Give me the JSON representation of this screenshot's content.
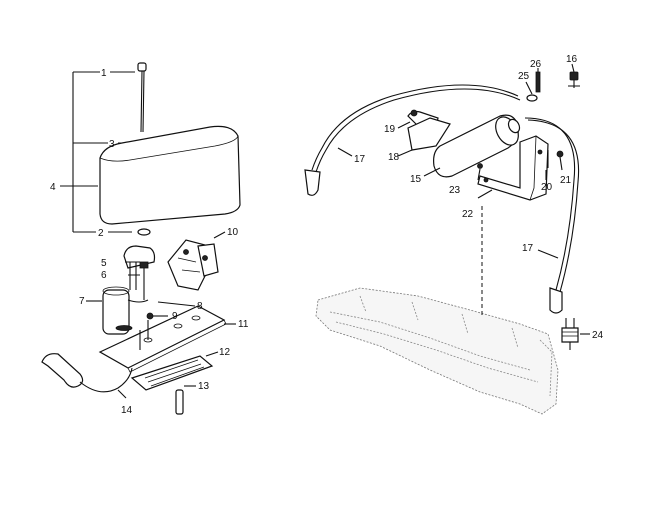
{
  "callouts": {
    "c1": "1",
    "c2": "2",
    "c3": "3",
    "c4": "4",
    "c5": "5",
    "c6": "6",
    "c7": "7",
    "c8": "8",
    "c9": "9",
    "c10": "10",
    "c11": "11",
    "c12": "12",
    "c13": "13",
    "c14": "14",
    "c15": "15",
    "c16": "16",
    "c17a": "17",
    "c17b": "17",
    "c18": "18",
    "c19": "19",
    "c20": "20",
    "c21": "21",
    "c22": "22",
    "c23": "23",
    "c24": "24",
    "c25": "25",
    "c26": "26"
  }
}
